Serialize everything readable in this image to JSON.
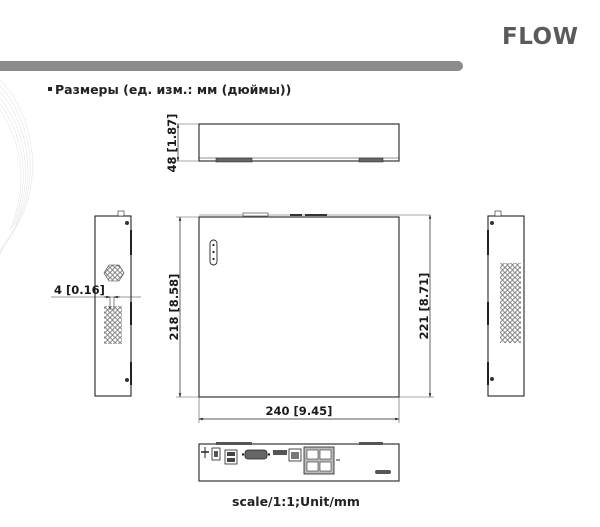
{
  "header": {
    "logo_text": "FLOW",
    "bar_color": "#8c8c8c"
  },
  "section": {
    "title": "Размеры (ед. изм.: мм (дюймы))"
  },
  "views": {
    "front": {
      "height_label": "48 [1.87]"
    },
    "left_side": {
      "gap_label": "4 [0.16]"
    },
    "top": {
      "depth_left_label": "218 [8.58]",
      "depth_right_label": "221 [8.71]",
      "width_label": "240 [9.45]"
    },
    "right_side": {},
    "rear": {}
  },
  "footer": {
    "caption": "scale/1:1;Unit/mm"
  }
}
